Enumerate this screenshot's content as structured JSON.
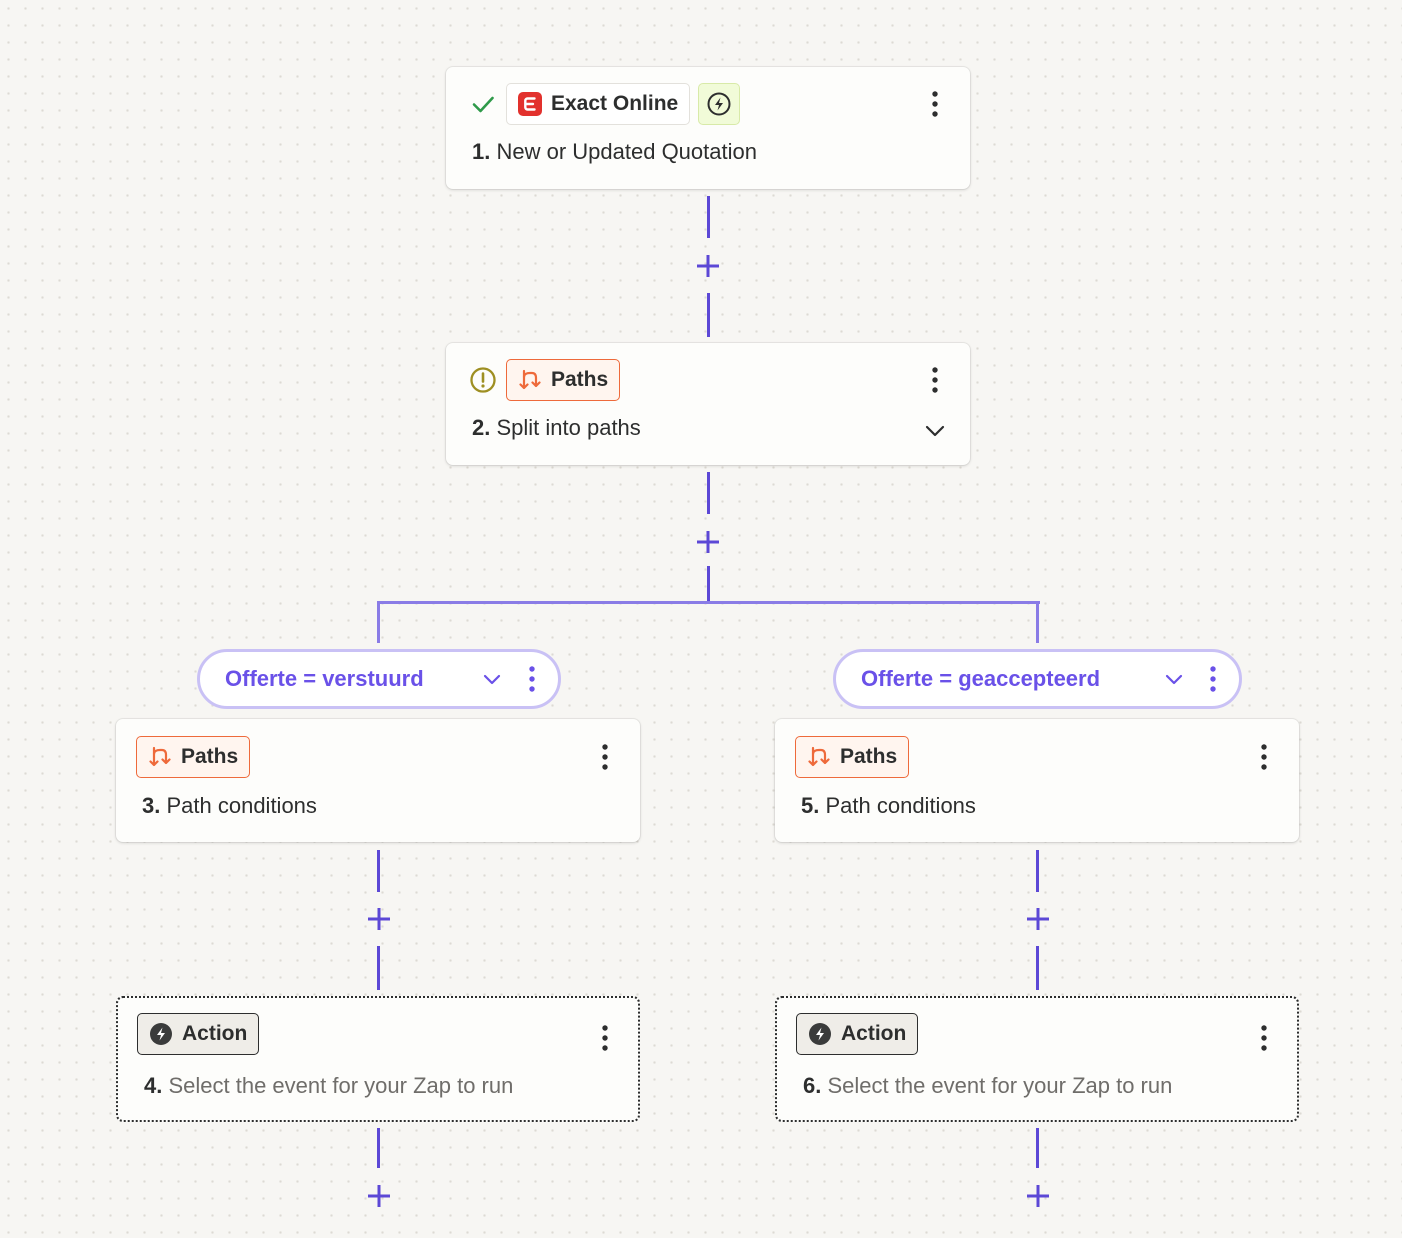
{
  "colors": {
    "accent": "#6a51e8",
    "connector": "#5c48d6",
    "paths_orange": "#ee6a3b",
    "exact_red": "#e2312d",
    "check_green": "#2f9a4a",
    "warning_olive": "#9e8f22"
  },
  "steps": [
    {
      "number": "1.",
      "title": "New or Updated Quotation",
      "app": "Exact Online",
      "status_icon": "check-icon"
    },
    {
      "number": "2.",
      "title": "Split into paths",
      "app": "Paths",
      "status_icon": "warning-icon"
    },
    {
      "number": "3.",
      "title": "Path conditions",
      "app": "Paths"
    },
    {
      "number": "4.",
      "title": "Select the event for your Zap to run",
      "app": "Action"
    },
    {
      "number": "5.",
      "title": "Path conditions",
      "app": "Paths"
    },
    {
      "number": "6.",
      "title": "Select the event for your Zap to run",
      "app": "Action"
    }
  ],
  "paths": [
    {
      "label": "Offerte = verstuurd"
    },
    {
      "label": "Offerte = geaccepteerd"
    }
  ]
}
